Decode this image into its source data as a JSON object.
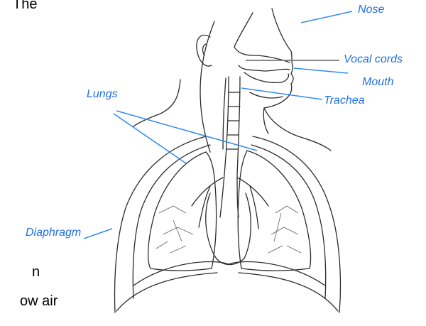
{
  "diagram": {
    "labels": {
      "nose": "Nose",
      "vocal_cords": "Vocal cords",
      "mouth": "Mouth",
      "trachea": "Trachea",
      "lungs": "Lungs",
      "diaphragm": "Diaphragm"
    },
    "label_color": "#1f6fe0",
    "leader_color": "#2f8cf0",
    "vocal_cords_leader_color": "#777777"
  },
  "page_text_fragments": {
    "top_left": "The",
    "bottom_left_1": "n",
    "bottom_left_2": "ow air"
  }
}
